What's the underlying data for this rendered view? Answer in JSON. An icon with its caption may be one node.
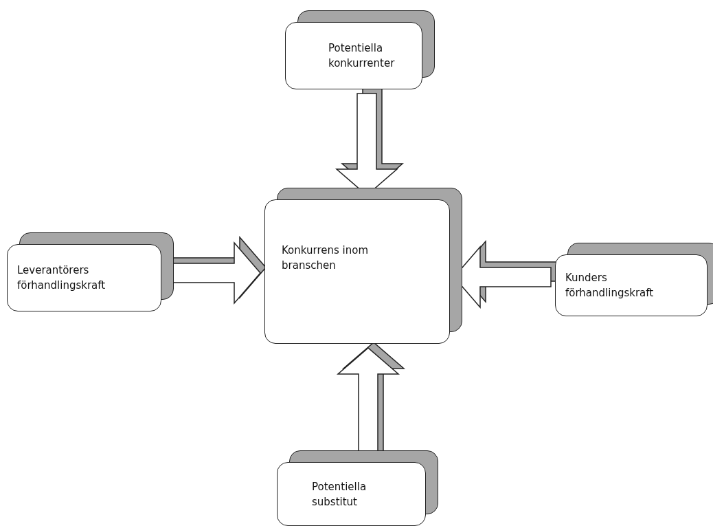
{
  "diagram": {
    "nodes": [
      {
        "text": [
          "Potentiella konkurrenter"
        ]
      },
      {
        "text": [
          "Leverantörers förhandlingskraft"
        ]
      },
      {
        "text": [
          "Konkurrens inom branschen"
        ]
      },
      {
        "text": [
          "Kunders förhandlingskraft"
        ]
      },
      {
        "text": [
          "Potentiella substitut"
        ]
      }
    ],
    "edges": [
      {
        "from": 0,
        "to": 2,
        "arrow": "to"
      },
      {
        "from": 1,
        "to": 2,
        "arrow": "to"
      },
      {
        "from": 3,
        "to": 2,
        "arrow": "to"
      },
      {
        "from": 4,
        "to": 2,
        "arrow": "to"
      }
    ]
  }
}
